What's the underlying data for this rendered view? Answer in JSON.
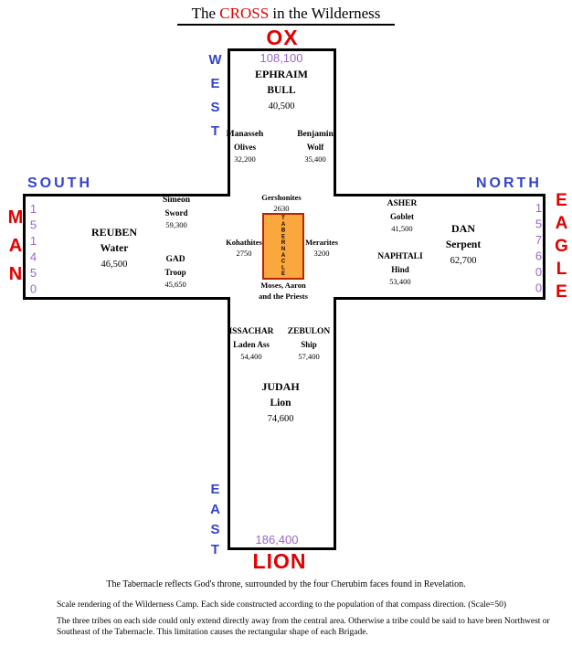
{
  "title": {
    "prefix": "The ",
    "highlight": "CROSS",
    "suffix": " in the Wilderness"
  },
  "brigades": {
    "west": {
      "direction": "WEST",
      "cherub": "OX",
      "total": "108,100"
    },
    "south": {
      "direction": "SOUTH",
      "cherub": "MAN",
      "total": "151450"
    },
    "north": {
      "direction": "NORTH",
      "cherub": "EAGLE",
      "total": "157600"
    },
    "east": {
      "direction": "EAST",
      "cherub": "LION",
      "total": "186,400"
    }
  },
  "tribes": {
    "ephraim": {
      "name": "EPHRAIM",
      "symbol": "BULL",
      "count": "40,500"
    },
    "manasseh": {
      "name": "Manasseh",
      "symbol": "Olives",
      "count": "32,200"
    },
    "benjamin": {
      "name": "Benjamin",
      "symbol": "Wolf",
      "count": "35,400"
    },
    "reuben": {
      "name": "REUBEN",
      "symbol": "Water",
      "count": "46,500"
    },
    "simeon": {
      "name": "Simeon",
      "symbol": "Sword",
      "count": "59,300"
    },
    "gad": {
      "name": "GAD",
      "symbol": "Troop",
      "count": "45,650"
    },
    "dan": {
      "name": "DAN",
      "symbol": "Serpent",
      "count": "62,700"
    },
    "asher": {
      "name": "ASHER",
      "symbol": "Goblet",
      "count": "41,500"
    },
    "naphtali": {
      "name": "NAPHTALI",
      "symbol": "Hind",
      "count": "53,400"
    },
    "judah": {
      "name": "JUDAH",
      "symbol": "Lion",
      "count": "74,600"
    },
    "issachar": {
      "name": "ISSACHAR",
      "symbol": "Laden Ass",
      "count": "54,400"
    },
    "zebulon": {
      "name": "ZEBULON",
      "symbol": "Ship",
      "count": "57,400"
    }
  },
  "levites": {
    "gershonites": {
      "name": "Gershonites",
      "count": "2630"
    },
    "kohathites": {
      "name": "Kohathites",
      "count": "2750"
    },
    "merarites": {
      "name": "Merarites",
      "count": "3200"
    },
    "tabernacle_label": "TABERNACLE",
    "moses_line1": "Moses, Aaron",
    "moses_line2": "and the Priests"
  },
  "footer": {
    "line1": "The Tabernacle reflects God's throne, surrounded by the four Cherubim faces found in Revelation.",
    "line2": "Scale rendering of the Wilderness Camp. Each side constructed according to the population of that compass direction. (Scale=50)",
    "line3": "The three tribes on each side could only extend directly away from the central area.  Otherwise a tribe could be said to have been Northwest or Southeast of the Tabernacle.  This limitation causes the rectangular shape of each Brigade."
  },
  "colors": {
    "red": "#e00000",
    "blue": "#3344cc",
    "purple": "#9966cc",
    "tabernacle_fill": "#faa73e",
    "tabernacle_border": "#b62400"
  }
}
